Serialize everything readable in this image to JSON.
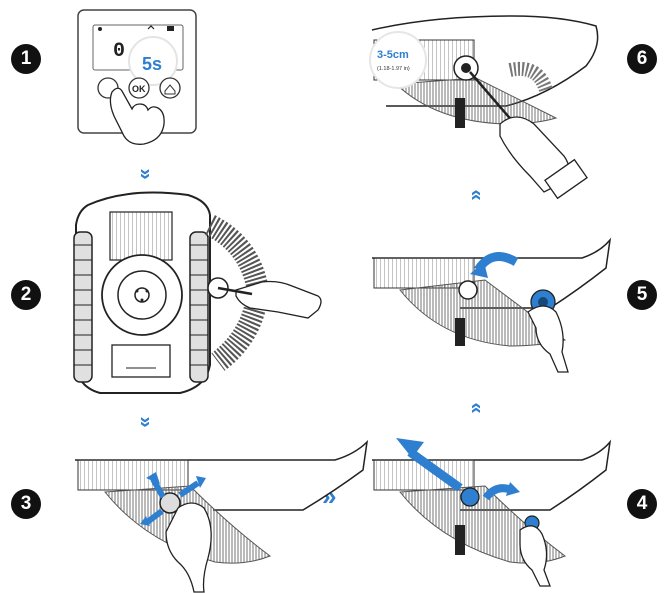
{
  "steps": [
    {
      "number": "1"
    },
    {
      "number": "2"
    },
    {
      "number": "3"
    },
    {
      "number": "4"
    },
    {
      "number": "5"
    },
    {
      "number": "6"
    }
  ],
  "panel": {
    "display_digits": "0 0",
    "hold_time": "5s",
    "ok_label": "OK"
  },
  "measurement": {
    "distance": "3-5cm",
    "note": "(1.18-1.97 in)"
  },
  "arrows": {
    "down": "»",
    "up": "»",
    "right": "»"
  },
  "colors": {
    "accent": "#2f7fd0",
    "ink": "#1a1a1a",
    "line": "#333333",
    "brush": "#777777",
    "badge": "#111111"
  }
}
